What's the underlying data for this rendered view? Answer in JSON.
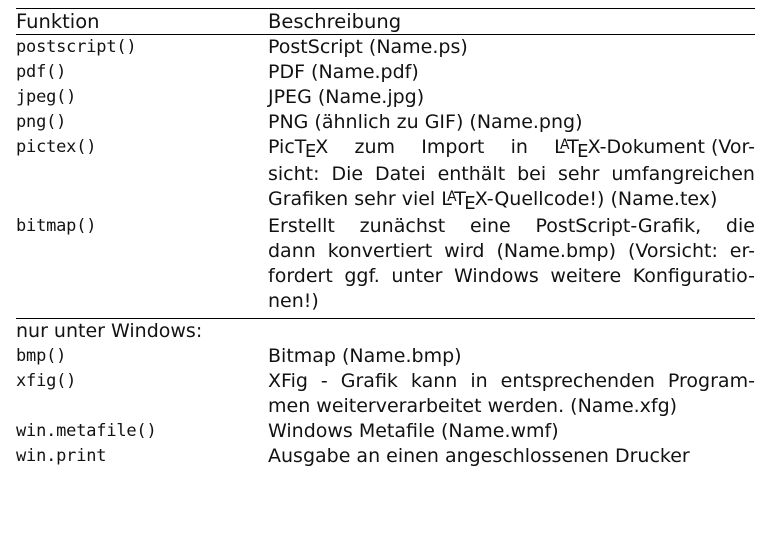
{
  "document": {
    "title": "R Grafik-Devices",
    "language": "de",
    "background_color": "#ffffff",
    "text_color": "#121212",
    "rule_color": "#000000"
  },
  "table": {
    "headers": {
      "function": "Funktion",
      "description": "Beschreibung"
    },
    "rows": [
      {
        "function": "postscript()",
        "description_lines": [
          {
            "text": "PostScript (Name.ps)",
            "justified": false
          }
        ]
      },
      {
        "function": "pdf()",
        "description_lines": [
          {
            "text": "PDF (Name.pdf)",
            "justified": false
          }
        ]
      },
      {
        "function": "jpeg()",
        "description_lines": [
          {
            "text": "JPEG (Name.jpg)",
            "justified": false
          }
        ]
      },
      {
        "function": "png()",
        "description_lines": [
          {
            "text": "PNG (ähnlich zu GIF) (Name.png)",
            "justified": false
          }
        ]
      },
      {
        "function": "pictex()",
        "description_lines": [
          {
            "text": "PicTEX zum Import in LATEX-Dokument (Vor-",
            "justified": true,
            "html": "pictex_line1"
          },
          {
            "text": "sicht: Die Datei enthält bei sehr umfangreichen",
            "justified": true
          },
          {
            "text": "Grafiken sehr viel LATEX-Quellcode!) (Name.tex)",
            "justified": false,
            "html": "pictex_line3"
          }
        ]
      },
      {
        "function": "bitmap()",
        "description_lines": [
          {
            "text": "Erstellt zunächst eine PostScript-Grafik, die",
            "justified": true
          },
          {
            "text": "dann konvertiert wird (Name.bmp) (Vorsicht: er-",
            "justified": true
          },
          {
            "text": "fordert ggf. unter Windows weitere Konfiguratio-",
            "justified": true
          },
          {
            "text": "nen!)",
            "justified": false
          }
        ]
      }
    ],
    "section_label": "nur unter Windows:",
    "windows_rows": [
      {
        "function": "bmp()",
        "description_lines": [
          {
            "text": "Bitmap (Name.bmp)",
            "justified": false
          }
        ]
      },
      {
        "function": "xfig()",
        "description_lines": [
          {
            "text": "XFig - Grafik kann in entsprechenden Program-",
            "justified": true
          },
          {
            "text": "men weiterverarbeitet werden. (Name.xfg)",
            "justified": false
          }
        ]
      },
      {
        "function": "win.metafile()",
        "description_lines": [
          {
            "text": "Windows Metafile (Name.wmf)",
            "justified": false
          }
        ]
      },
      {
        "function": "win.print",
        "description_lines": [
          {
            "text": "Ausgabe an einen angeschlossenen Drucker",
            "justified": false
          }
        ]
      }
    ],
    "tex_logos": {
      "pictex_prefix": "PicT",
      "pictex_e": "E",
      "pictex_suffix": "X",
      "latex_l": "L",
      "latex_a": "A",
      "latex_t": "T",
      "latex_e": "E",
      "latex_x": "X",
      "pictex_line1_tail": " zum Import in ",
      "pictex_line1_end": "-Dokument (Vor-",
      "pictex_line3_head": "Grafiken sehr viel ",
      "pictex_line3_tail": "-Quellcode!) (Name.tex)"
    }
  }
}
